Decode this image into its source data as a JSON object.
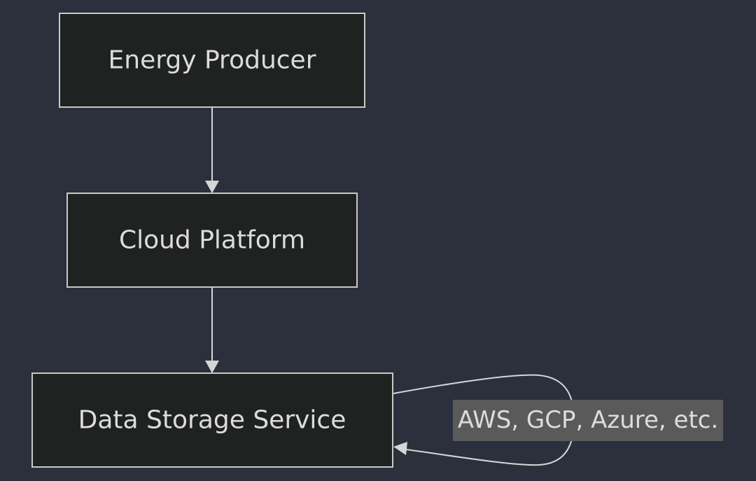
{
  "diagram": {
    "nodes": {
      "energy_producer": "Energy Producer",
      "cloud_platform": "Cloud Platform",
      "data_storage_service": "Data Storage Service"
    },
    "edges": [
      {
        "from": "energy_producer",
        "to": "cloud_platform",
        "label": ""
      },
      {
        "from": "cloud_platform",
        "to": "data_storage_service",
        "label": ""
      },
      {
        "from": "data_storage_service",
        "to": "data_storage_service",
        "label": "AWS, GCP, Azure, etc."
      }
    ],
    "self_loop_label": "AWS, GCP, Azure, etc."
  },
  "colors": {
    "background": "#2b303c",
    "node_fill": "#202222",
    "node_border": "#c8c8c8",
    "edge": "#d6d6d6",
    "label_background": "#5a5a5a",
    "text": "#dcdcdc"
  }
}
